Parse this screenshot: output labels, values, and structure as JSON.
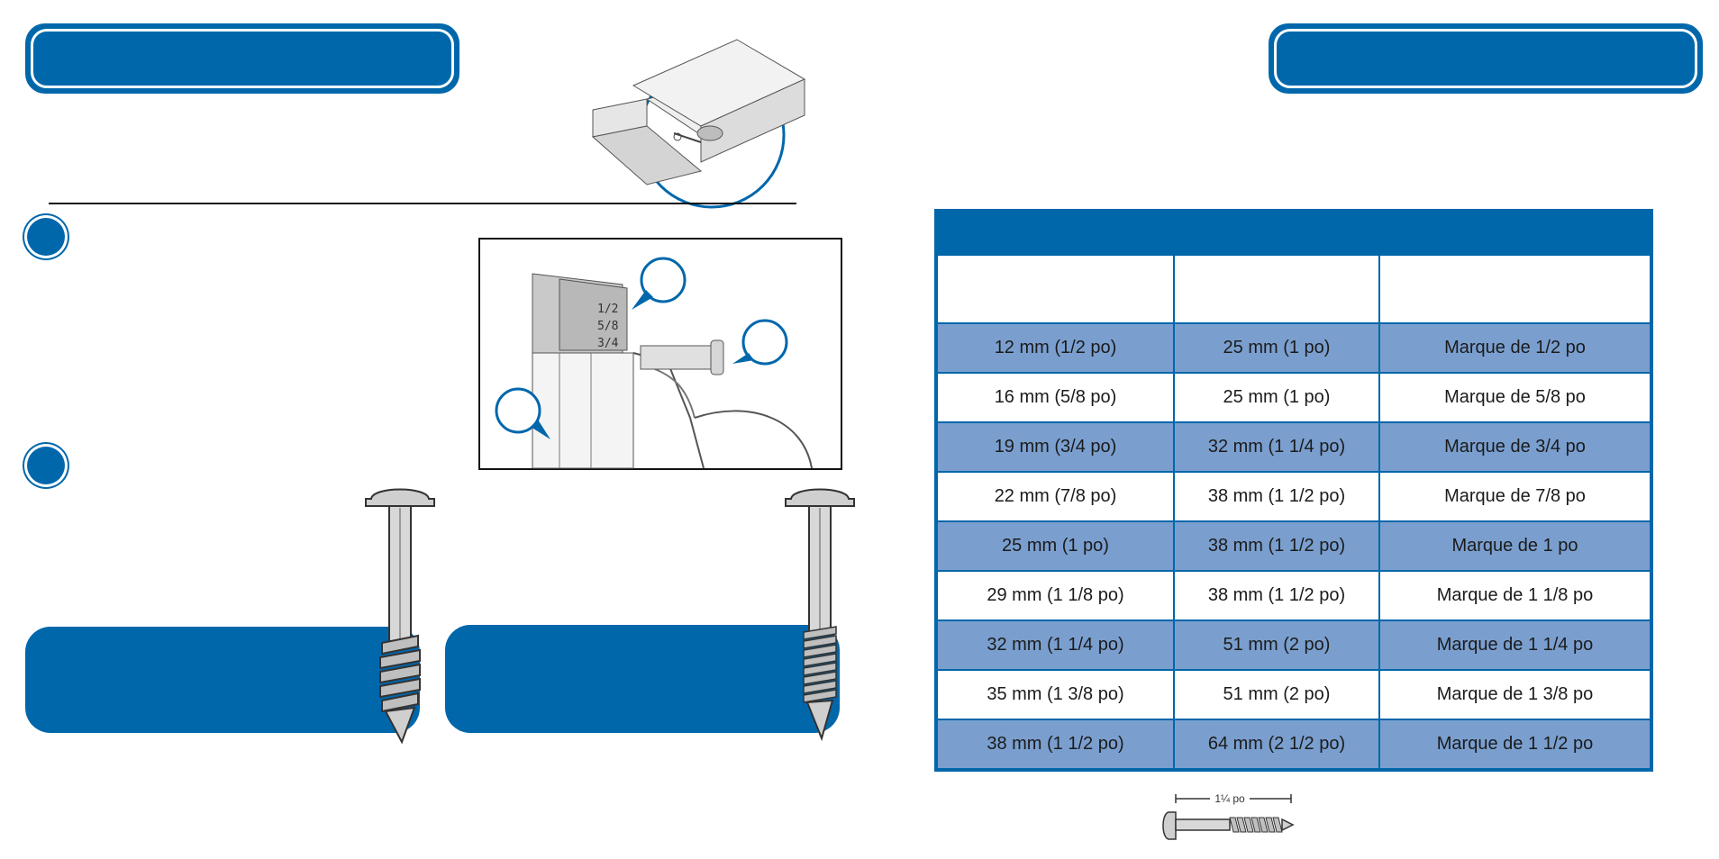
{
  "diagram": {
    "gauge_marks": [
      "1/2",
      "5/8",
      "3/4"
    ]
  },
  "table": {
    "rows": [
      [
        "12 mm (1/2 po)",
        "25 mm (1 po)",
        "Marque de 1/2 po"
      ],
      [
        "16 mm (5/8 po)",
        "25 mm (1 po)",
        "Marque de 5/8 po"
      ],
      [
        "19 mm (3/4 po)",
        "32 mm (1 1/4 po)",
        "Marque de 3/4 po"
      ],
      [
        "22 mm (7/8 po)",
        "38 mm (1 1/2 po)",
        "Marque de 7/8 po"
      ],
      [
        "25 mm (1 po)",
        "38 mm (1 1/2 po)",
        "Marque de 1 po"
      ],
      [
        "29 mm (1 1/8 po)",
        "38 mm (1 1/2 po)",
        "Marque de 1 1/8 po"
      ],
      [
        "32 mm (1 1/4 po)",
        "51 mm (2 po)",
        "Marque de 1 1/4 po"
      ],
      [
        "35 mm (1 3/8 po)",
        "51 mm (2 po)",
        "Marque de 1 3/8 po"
      ],
      [
        "38 mm (1 1/2 po)",
        "64 mm (2 1/2 po)",
        "Marque de 1 1/2 po"
      ]
    ]
  },
  "screw_dimension": "1¼ po",
  "colors": {
    "brand": "#0067ab",
    "row_shade": "#7a9fcf"
  }
}
